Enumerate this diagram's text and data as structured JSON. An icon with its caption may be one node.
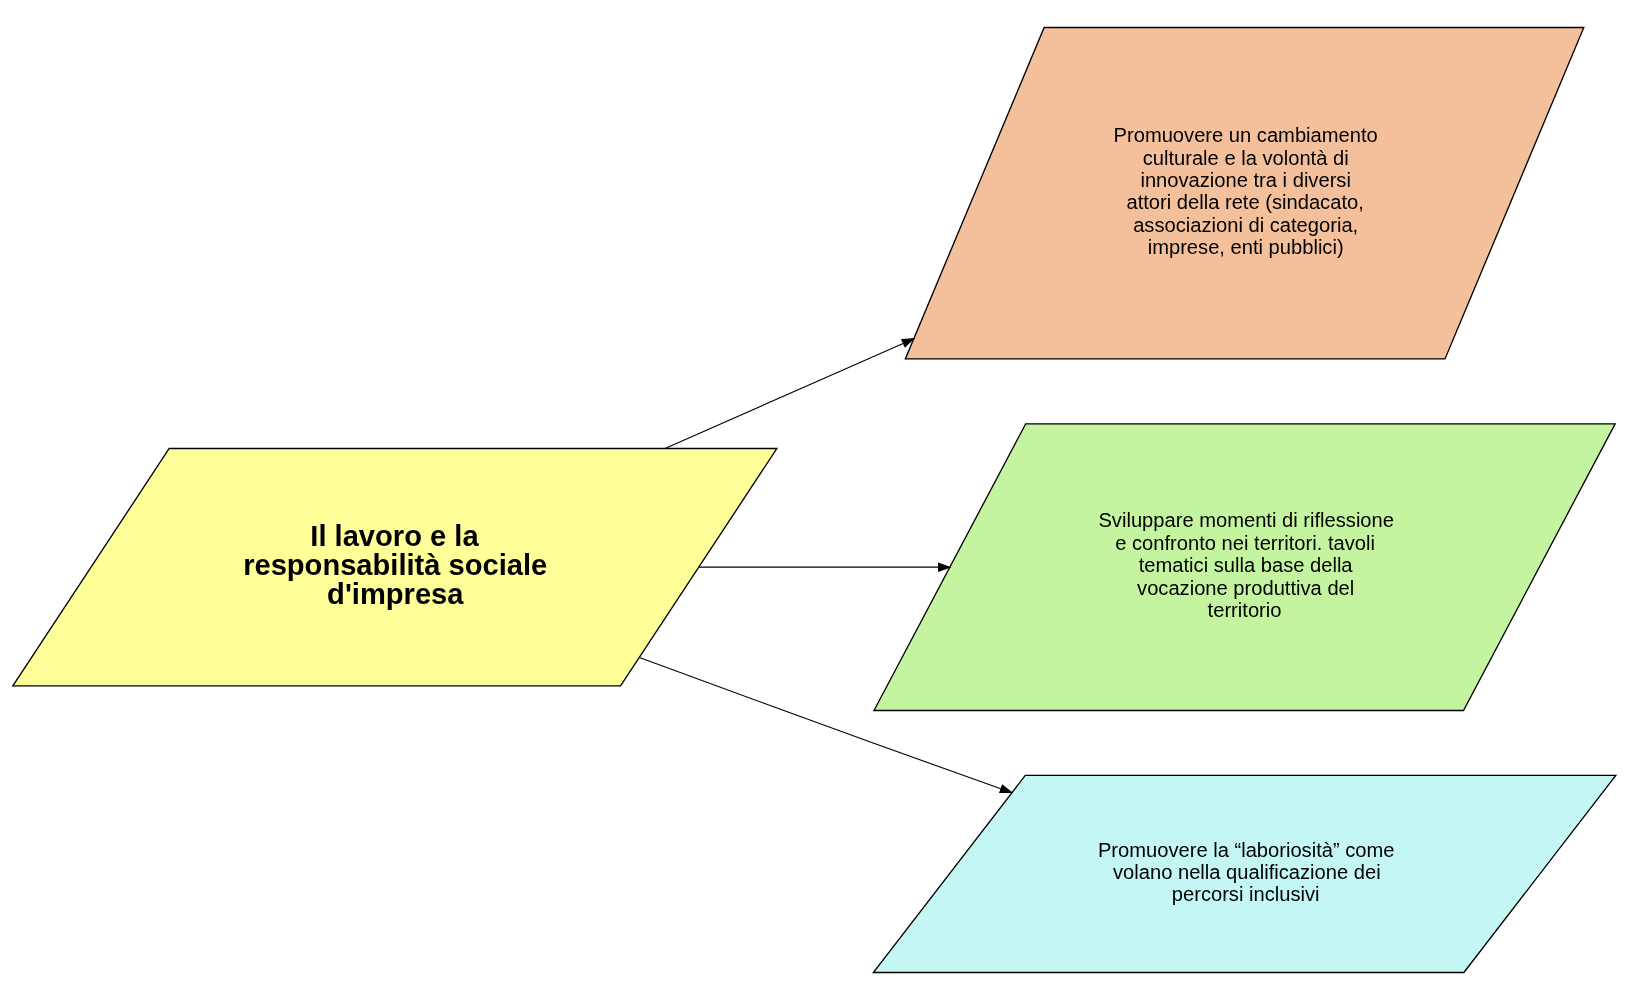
{
  "diagram": {
    "nodes": [
      {
        "text": [
          "Il lavoro e la responsabilità sociale d'impresa"
        ]
      },
      {
        "text": [
          "Promuovere un cambiamento culturale e la volontà di innovazione tra i diversi attori della rete (sindacato, associazioni di categoria, imprese, enti pubblici)"
        ]
      },
      {
        "text": [
          "Sviluppare momenti di riflessione e confronto nei territori. tavoli tematici sulla base della vocazione produttiva del territorio"
        ]
      },
      {
        "text": [
          "Promuovere la “laboriosità” come volano nella qualificazione dei percorsi inclusivi"
        ]
      }
    ],
    "edges": [
      {
        "from": 0,
        "to": 1,
        "arrow": "to"
      },
      {
        "from": 0,
        "to": 2,
        "arrow": "to"
      },
      {
        "from": 0,
        "to": 3,
        "arrow": "to"
      }
    ]
  }
}
